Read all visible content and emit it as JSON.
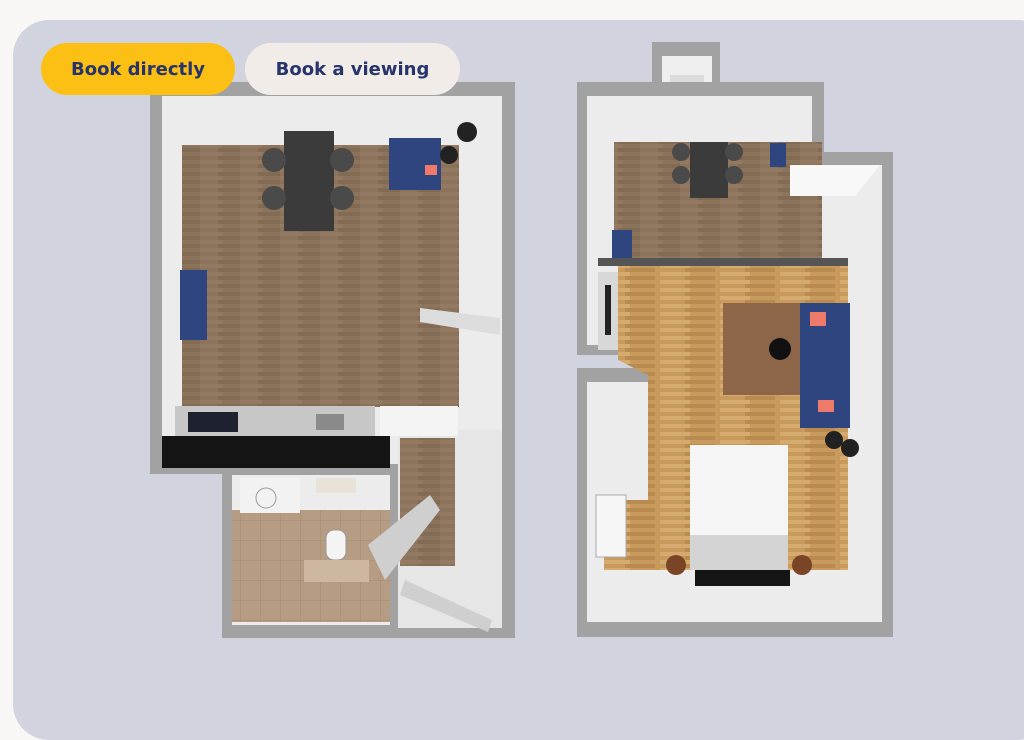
{
  "actions": {
    "book_directly": "Book directly",
    "book_viewing": "Book a viewing"
  },
  "colors": {
    "primary_button": "#fbc013",
    "secondary_button": "#f1ece8",
    "button_text": "#26346b",
    "panel": "#d1d4de"
  },
  "floorplans": [
    "floorplan-left",
    "floorplan-right"
  ]
}
